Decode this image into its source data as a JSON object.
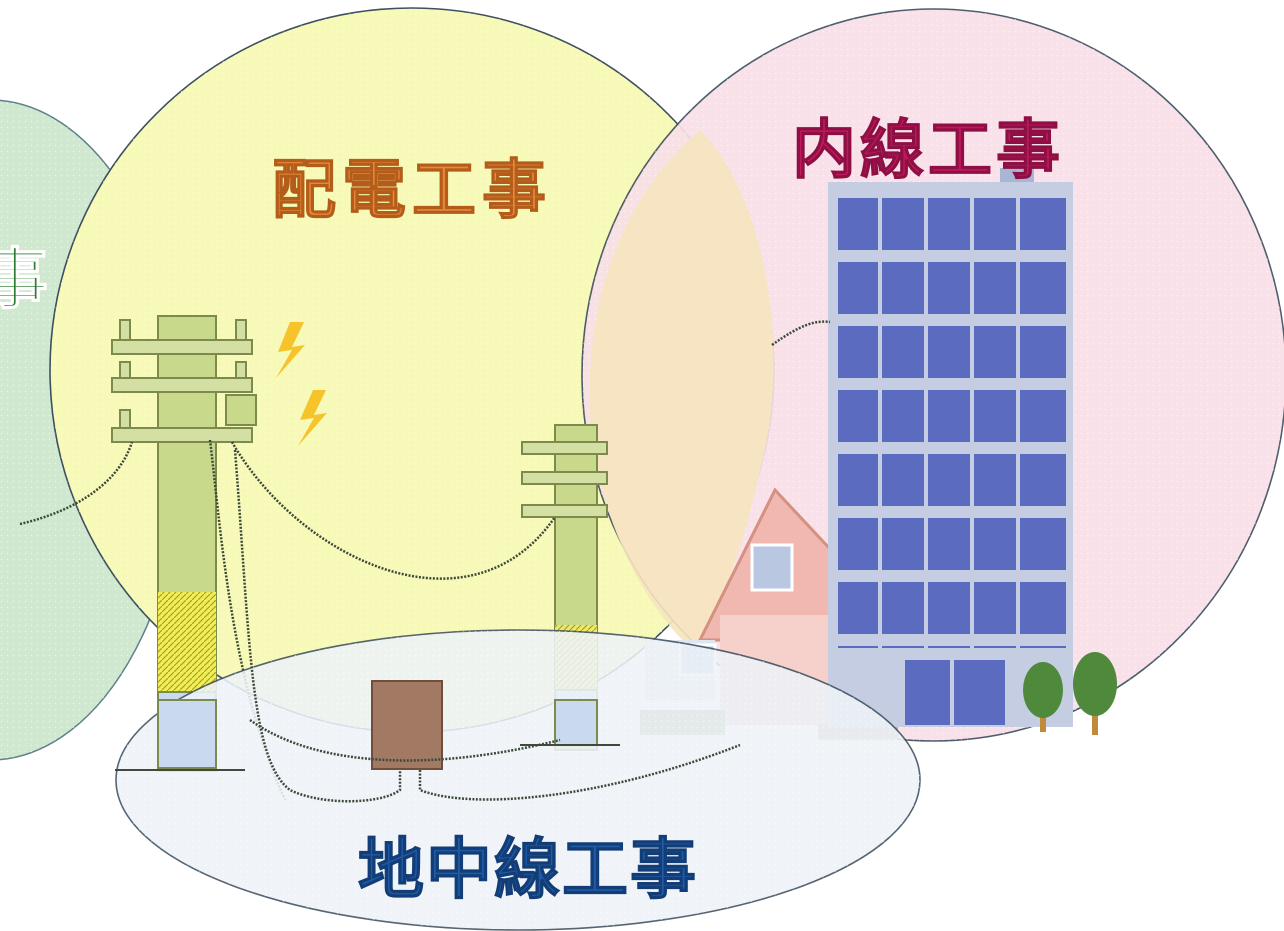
{
  "labels": {
    "left_partial": "事",
    "distribution": "配電工事",
    "interior": "内線工事",
    "underground": "地中線工事"
  },
  "colors": {
    "left_circle_fill": "#c8e6c9",
    "distribution_fill": "#f7f9b8",
    "interior_fill": "#f9dfe8",
    "overlap_fill": "#f7e6c2",
    "underground_fill": "#eef3f8",
    "left_text": "#2e7d32",
    "distribution_text": "#e8893a",
    "interior_text": "#c2185b",
    "underground_text": "#1f5aa6",
    "building": "#5c6bc0",
    "pole": "#c9d88a",
    "house": "#f3c6c6"
  }
}
